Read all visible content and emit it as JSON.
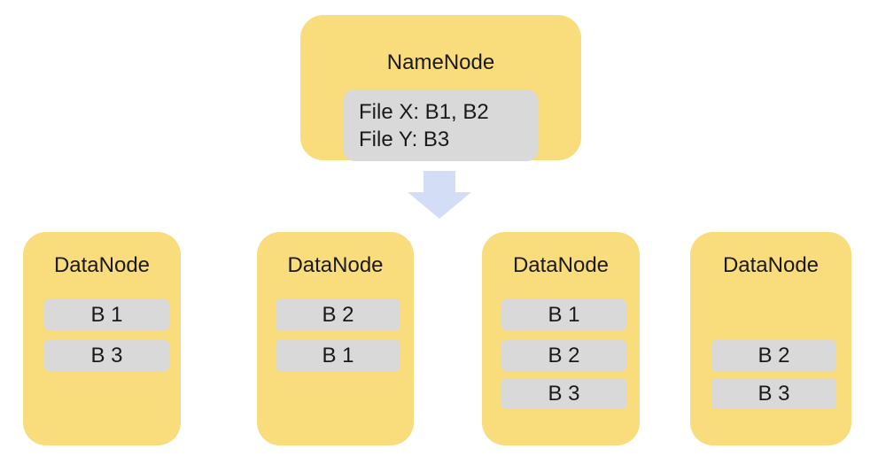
{
  "namenode": {
    "title": "NameNode",
    "files": [
      "File X: B1, B2",
      "File Y: B3"
    ]
  },
  "datanodes": [
    {
      "title": "DataNode",
      "blocks": [
        "B 1",
        "B 3"
      ]
    },
    {
      "title": "DataNode",
      "blocks": [
        "B 2",
        "B 1"
      ]
    },
    {
      "title": "DataNode",
      "blocks": [
        "B 1",
        "B 2",
        "B 3"
      ]
    },
    {
      "title": "DataNode",
      "blocks": [
        "B 2",
        "B 3"
      ]
    }
  ],
  "colors": {
    "node_fill": "#f9dc7c",
    "block_fill": "#d9d9d9",
    "arrow_fill": "#d3def6"
  },
  "icons": {
    "arrow": "down-arrow-icon"
  }
}
